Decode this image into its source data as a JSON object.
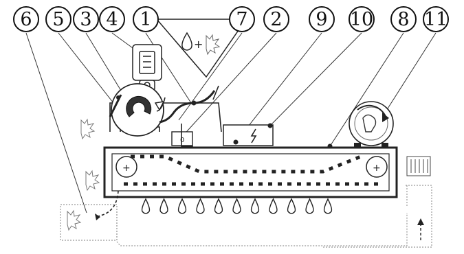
{
  "callouts": [
    {
      "label": "6"
    },
    {
      "label": "5"
    },
    {
      "label": "3"
    },
    {
      "label": "4"
    },
    {
      "label": "1"
    },
    {
      "label": "7"
    },
    {
      "label": "2"
    },
    {
      "label": "9"
    },
    {
      "label": "10"
    },
    {
      "label": "8"
    },
    {
      "label": "11"
    }
  ],
  "inlet_symbol": "+",
  "drop_count": 11,
  "colors": {
    "ink": "#111111",
    "dotted": "#9a9a9a",
    "paper": "#ffffff"
  },
  "icons": [
    "drop-icon",
    "leaf-icon",
    "magnet-icon",
    "electric-bolt-icon",
    "motor-icon",
    "hand-crank-icon"
  ]
}
